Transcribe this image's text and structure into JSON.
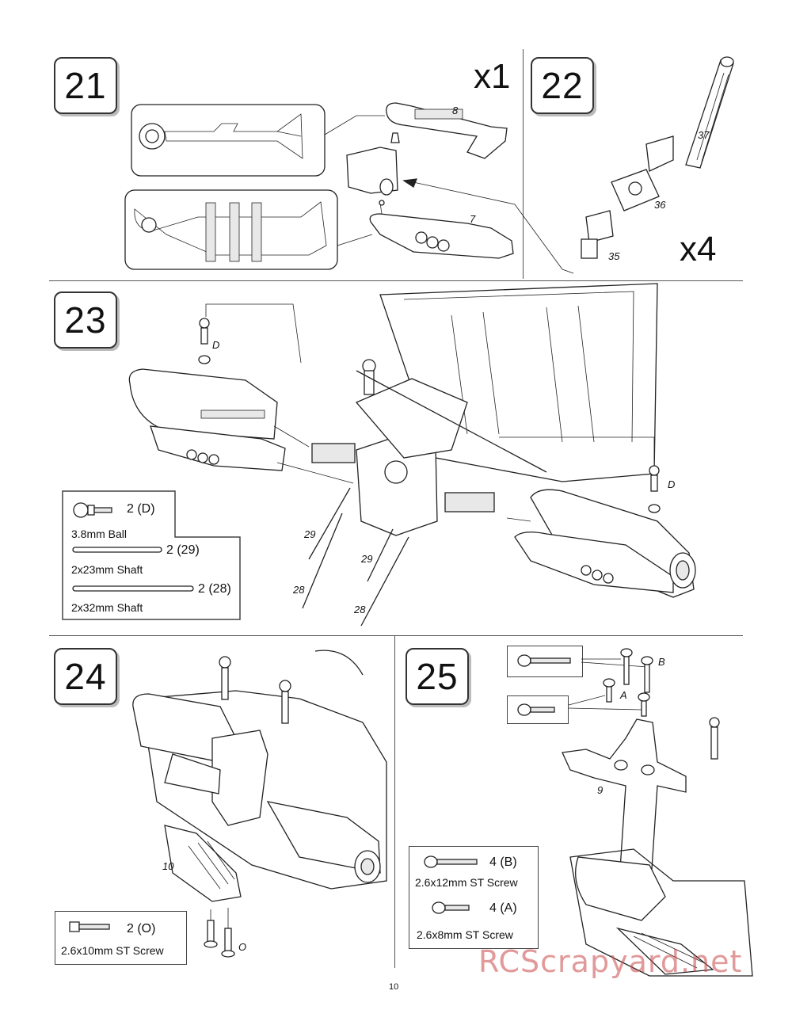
{
  "steps": {
    "s21": {
      "number": "21",
      "multiplier": "x1",
      "part_labels": [
        "8",
        "7"
      ]
    },
    "s22": {
      "number": "22",
      "multiplier": "x4",
      "part_labels": [
        "37",
        "36",
        "35"
      ]
    },
    "s23": {
      "number": "23",
      "callouts": [
        "D",
        "D",
        "29",
        "29",
        "28",
        "28"
      ],
      "parts": [
        {
          "qty": "2 (D)",
          "name": "3.8mm Ball"
        },
        {
          "qty": "2 (29)",
          "name": "2x23mm Shaft"
        },
        {
          "qty": "2 (28)",
          "name": "2x32mm Shaft"
        }
      ]
    },
    "s24": {
      "number": "24",
      "callouts": [
        "10",
        "O"
      ],
      "parts": [
        {
          "qty": "2 (O)",
          "name": "2.6x10mm ST Screw"
        }
      ]
    },
    "s25": {
      "number": "25",
      "callouts": [
        "B",
        "A",
        "9"
      ],
      "parts": [
        {
          "qty": "4 (B)",
          "name": "2.6x12mm ST Screw"
        },
        {
          "qty": "4 (A)",
          "name": "2.6x8mm ST Screw"
        }
      ]
    }
  },
  "page_number": "10",
  "watermark": "RCScrapyard.net",
  "icons": [
    "ball-stud-icon",
    "shaft-icon",
    "screw-icon"
  ]
}
